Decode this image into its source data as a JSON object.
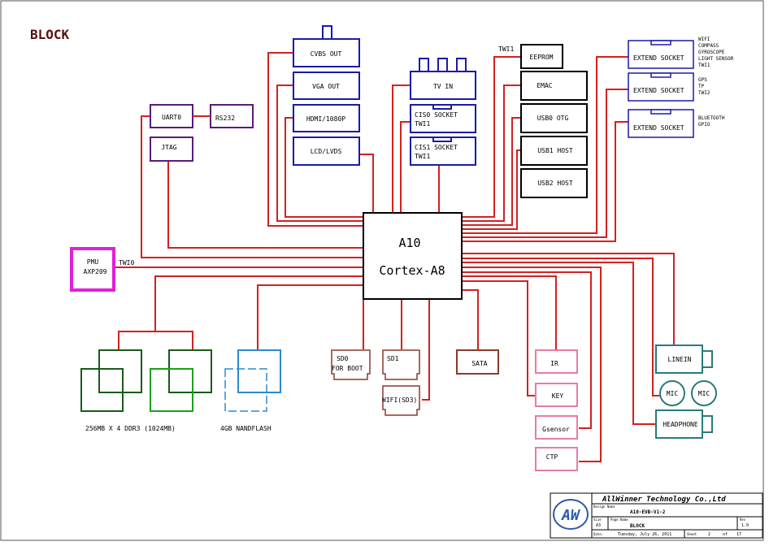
{
  "title": "BLOCK",
  "cpu": {
    "line1": "A10",
    "line2": "Cortex-A8"
  },
  "pmu": {
    "line1": "PMU",
    "line2": "AXP209",
    "bus": "TWI0"
  },
  "uart": "UART0",
  "rs232": "RS232",
  "jtag": "JTAG",
  "cvbs": "CVBS OUT",
  "vga": "VGA OUT",
  "hdmi": "HDMI/1080P",
  "lcd": "LCD/LVDS",
  "tvin": "TV IN",
  "csi0": {
    "line1": "CIS0 SOCKET",
    "line2": "TWI1"
  },
  "csi1": {
    "line1": "CIS1 SOCKET",
    "line2": "TWI1"
  },
  "eeprom": "EEPROM",
  "eeprom_bus": "TWI1",
  "emac": "EMAC",
  "usb0": "USB0 OTG",
  "usb1": "USB1 HOST",
  "usb2": "USB2 HOST",
  "ext1": {
    "label": "EXTEND SOCKET",
    "notes": [
      "WIFI",
      "COMPASS",
      "GYROSCOPE",
      "LIGHT SENSOR",
      "TWI1"
    ]
  },
  "ext2": {
    "label": "EXTEND SOCKET",
    "notes": [
      "GPS",
      "TP",
      "TWI2"
    ]
  },
  "ext3": {
    "label": "EXTEND SOCKET",
    "notes": [
      "BLUETOOTH",
      "GPIO"
    ]
  },
  "ddr_label": "256MB X 4 DDR3 (1024MB)",
  "nand_label": "4GB NANDFLASH",
  "sd0": {
    "line1": "SD0",
    "line2": "FOR BOOT"
  },
  "sd1": "SD1",
  "wifi_sd3": "WIFI(SD3)",
  "sata": "SATA",
  "ir": "IR",
  "key": "KEY",
  "gsensor": "Gsensor",
  "ctp": "CTP",
  "linein": "LINEIN",
  "mic1": "MIC",
  "mic2": "MIC",
  "headphone": "HEADPHONE",
  "titleblock": {
    "company": "AllWinner Technology Co.,Ltd",
    "design_name_label": "Design Name",
    "design_name": "A10-EVB-V1-2",
    "size_label": "Size",
    "size": "A3",
    "page_name_label": "Page Name",
    "page_name": "BLOCK",
    "rev_label": "Rev",
    "rev": "1.0",
    "date_label": "Date:",
    "date": "Tuesday, July 26, 2011",
    "sheet_label": "Sheet",
    "sheet": "2",
    "of_label": "of",
    "of": "17",
    "logo_text": "AW"
  },
  "colors": {
    "wire": "#d32020",
    "block": "#1a1aa8",
    "purple": "#5a1a7a",
    "magenta": "#e020d8",
    "brown": "#8b3a2a",
    "pink": "#e87aa8",
    "teal": "#2a7a7a",
    "green": "#1a6a1a",
    "blue_nand": "#2a8ad0",
    "title": "#5a1010"
  }
}
